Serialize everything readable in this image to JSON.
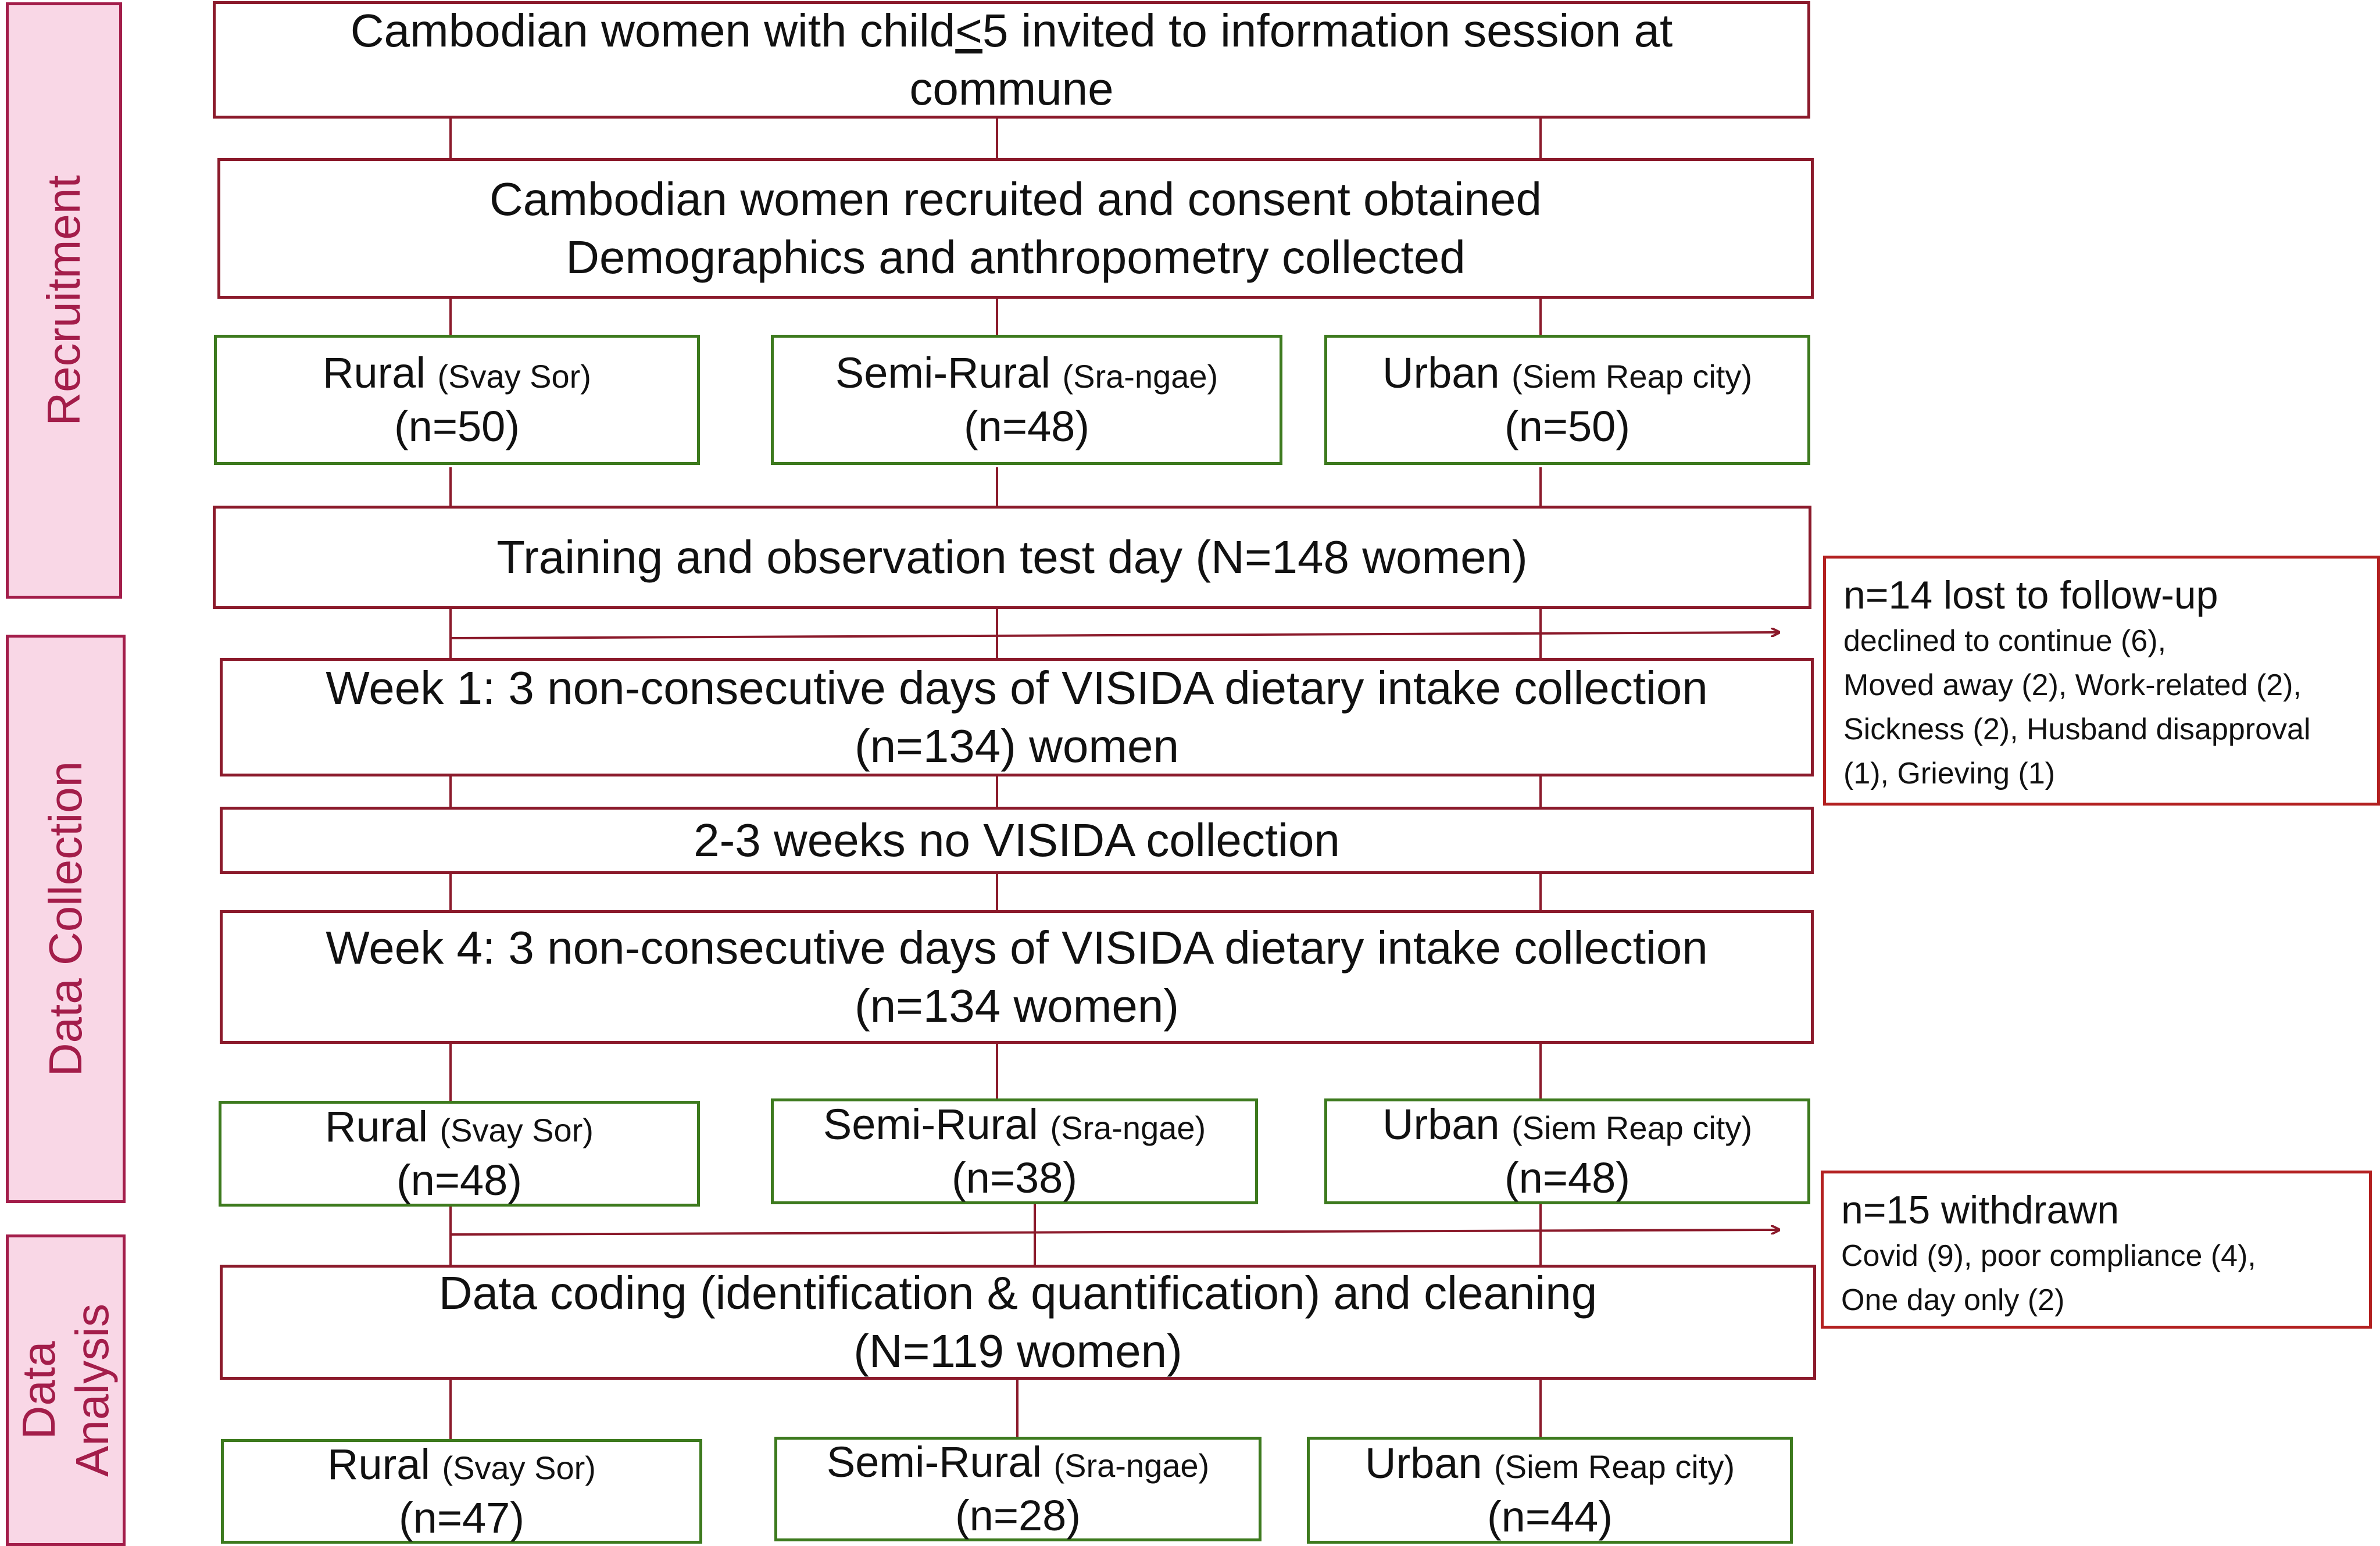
{
  "phases": {
    "recruitment": "Recruitment",
    "data_collection": "Data Collection",
    "data_analysis_line1": "Data",
    "data_analysis_line2": "Analysis"
  },
  "boxes": {
    "invite": {
      "line1_pre": "Cambodian women with child",
      "line1_sym": "<",
      "line1_post": "5 invited to information session at",
      "line2": "commune"
    },
    "recruited": {
      "line1": "Cambodian women recruited and consent obtained",
      "line2": "Demographics and anthropometry collected"
    },
    "training": {
      "line1": "Training and observation test day (N=148 women)"
    },
    "week1": {
      "line1": "Week 1: 3 non-consecutive days of VISIDA dietary intake collection",
      "line2": "(n=134) women"
    },
    "gap": {
      "line1": "2-3 weeks no VISIDA collection"
    },
    "week4": {
      "line1": "Week 4: 3 non-consecutive days of VISIDA dietary intake collection",
      "line2": "(n=134 women)"
    },
    "coding": {
      "line1": "Data coding (identification & quantification) and cleaning",
      "line2": "(N=119 women)"
    }
  },
  "groups": {
    "recruitment": [
      {
        "name": "Rural",
        "place": "(Svay Sor)",
        "n": "(n=50)"
      },
      {
        "name": "Semi-Rural",
        "place": "(Sra-ngae)",
        "n": "(n=48)"
      },
      {
        "name": "Urban",
        "place": "(Siem Reap city)",
        "n": "(n=50)"
      }
    ],
    "collection": [
      {
        "name": "Rural",
        "place": "(Svay Sor)",
        "n": "(n=48)"
      },
      {
        "name": "Semi-Rural",
        "place": "(Sra-ngae)",
        "n": "(n=38)"
      },
      {
        "name": "Urban",
        "place": "(Siem Reap city)",
        "n": "(n=48)"
      }
    ],
    "analysis": [
      {
        "name": "Rural",
        "place": "(Svay Sor)",
        "n": "(n=47)"
      },
      {
        "name": "Semi-Rural",
        "place": "(Sra-ngae)",
        "n": "(n=28)"
      },
      {
        "name": "Urban",
        "place": "(Siem Reap city)",
        "n": "(n=44)"
      }
    ]
  },
  "notes": {
    "lost": {
      "head": "n=14 lost to follow-up",
      "line1": "declined to continue (6),",
      "line2": "Moved away (2), Work-related (2),",
      "line3": "Sickness (2), Husband disapproval",
      "line4": "(1), Grieving (1)"
    },
    "withdrawn": {
      "head": "n=15 withdrawn",
      "line1": "Covid (9), poor compliance (4),",
      "line2": "One day only (2)"
    }
  },
  "colors": {
    "box_border_red": "#8b1a2b",
    "box_border_green": "#3d7a1e",
    "phase_fill": "#f9d7e6",
    "phase_text": "#a31d4a"
  }
}
